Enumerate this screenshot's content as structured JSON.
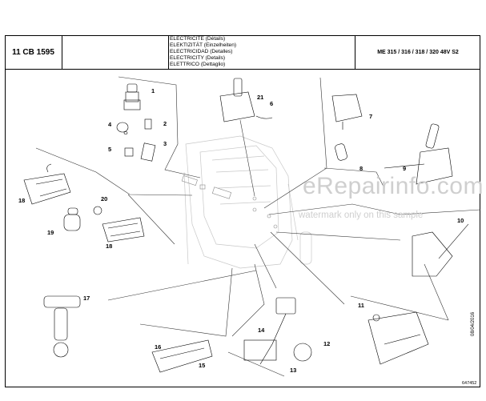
{
  "header": {
    "ref": "11 CB 1595",
    "titles": [
      "ELECTRICITE (Détails)",
      "ELEKTIZITÄT (Einzelheiten)",
      "ELECTRICIDAD (Detalles)",
      "ELECTRICITY (Details)",
      "ELETTRICO (Dettaglio)"
    ],
    "model": "ME 315 / 316 / 318 / 320 48V S2"
  },
  "labels": {
    "n1": "1",
    "n2": "2",
    "n3": "3",
    "n4": "4",
    "n5": "5",
    "n6": "6",
    "n7": "7",
    "n8": "8",
    "n9": "9",
    "n10": "10",
    "n11": "11",
    "n12": "12",
    "n13": "13",
    "n14": "14",
    "n15": "15",
    "n16": "16",
    "n17": "17",
    "n18a": "18",
    "n18b": "18",
    "n19": "19",
    "n20": "20",
    "n21": "21"
  },
  "footer": {
    "date": "08/04/2016",
    "code": "647452"
  },
  "watermark": {
    "brand": "eRepairinfo.com",
    "note": "watermark only on this sample"
  }
}
